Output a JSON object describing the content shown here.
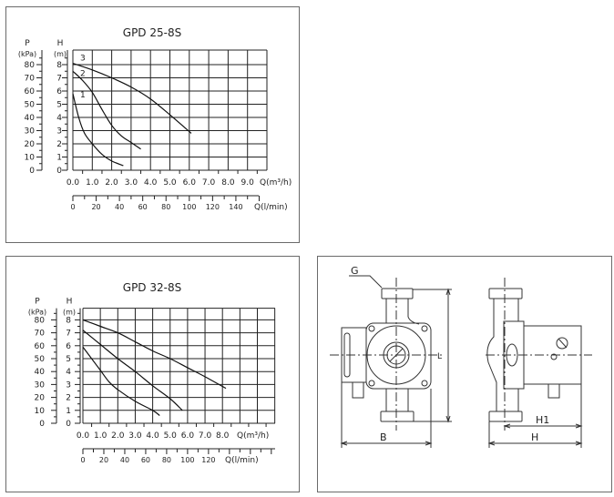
{
  "chart_data": [
    {
      "type": "line",
      "title": "GPD 25-8S",
      "ylabel_p": "P",
      "ylabel_p_unit": "(kPa)",
      "ylabel_h": "H",
      "ylabel_h_unit": "(m)",
      "xlabel": "Q(m³/h)",
      "xlabel2": "Q(l/min)",
      "xlim": [
        0,
        10
      ],
      "ylim": [
        0,
        9
      ],
      "grid": true,
      "x_ticks": [
        "0.0",
        "1.0",
        "2.0",
        "3.0",
        "4.0",
        "5.0",
        "6.0",
        "7.0",
        "8.0",
        "9.0"
      ],
      "x2_ticks": [
        "0",
        "20",
        "40",
        "60",
        "80",
        "100",
        "120",
        "140"
      ],
      "h_ticks": [
        "0",
        "1",
        "2",
        "3",
        "4",
        "5",
        "6",
        "7",
        "8"
      ],
      "p_ticks": [
        "0",
        "10",
        "20",
        "30",
        "40",
        "50",
        "60",
        "70",
        "80"
      ],
      "series": [
        {
          "name": "1",
          "x": [
            0,
            0.3,
            0.6,
            1,
            1.5,
            2,
            2.6
          ],
          "y": [
            5.8,
            4.0,
            2.8,
            2.0,
            1.2,
            0.7,
            0.35
          ]
        },
        {
          "name": "2",
          "x": [
            0,
            0.5,
            1,
            1.5,
            2,
            2.5,
            3,
            3.5
          ],
          "y": [
            7.5,
            6.8,
            5.9,
            4.6,
            3.4,
            2.6,
            2.1,
            1.6
          ]
        },
        {
          "name": "3",
          "x": [
            0,
            1,
            2,
            3,
            4,
            5,
            6.1
          ],
          "y": [
            8.1,
            7.6,
            7.0,
            6.3,
            5.4,
            4.2,
            2.8
          ]
        }
      ]
    },
    {
      "type": "line",
      "title": "GPD 32-8S",
      "ylabel_p": "P",
      "ylabel_p_unit": "(kPa)",
      "ylabel_h": "H",
      "ylabel_h_unit": "(m)",
      "xlabel": "Q(m³/h)",
      "xlabel2": "Q(l/min)",
      "xlim": [
        0,
        11
      ],
      "ylim": [
        0,
        9
      ],
      "grid": true,
      "x_ticks": [
        "0.0",
        "1.0",
        "2.0",
        "3.0",
        "4.0",
        "5.0",
        "6.0",
        "7.0",
        "8.0"
      ],
      "x2_ticks": [
        "0",
        "20",
        "40",
        "60",
        "80",
        "100",
        "120"
      ],
      "h_ticks": [
        "0",
        "1",
        "2",
        "3",
        "4",
        "5",
        "6",
        "7",
        "8"
      ],
      "p_ticks": [
        "0",
        "10",
        "20",
        "30",
        "40",
        "50",
        "60",
        "70",
        "80"
      ],
      "series": [
        {
          "name": "1",
          "x": [
            0,
            0.5,
            1,
            1.5,
            2,
            3,
            4,
            4.4
          ],
          "y": [
            5.9,
            5.0,
            4.1,
            3.2,
            2.6,
            1.7,
            1.0,
            0.6
          ]
        },
        {
          "name": "2",
          "x": [
            0,
            1,
            2,
            3,
            4,
            5,
            5.7
          ],
          "y": [
            7.2,
            6.1,
            5.0,
            4.0,
            2.9,
            1.9,
            1.0
          ]
        },
        {
          "name": "3",
          "x": [
            0,
            1,
            2,
            3,
            4,
            5,
            6,
            7,
            8.2
          ],
          "y": [
            8.0,
            7.5,
            7.0,
            6.3,
            5.6,
            5.0,
            4.3,
            3.6,
            2.7
          ]
        }
      ]
    }
  ],
  "drawing": {
    "label_g": "G",
    "label_b": "B",
    "label_l": "L",
    "label_h1": "H1",
    "label_h": "H"
  }
}
